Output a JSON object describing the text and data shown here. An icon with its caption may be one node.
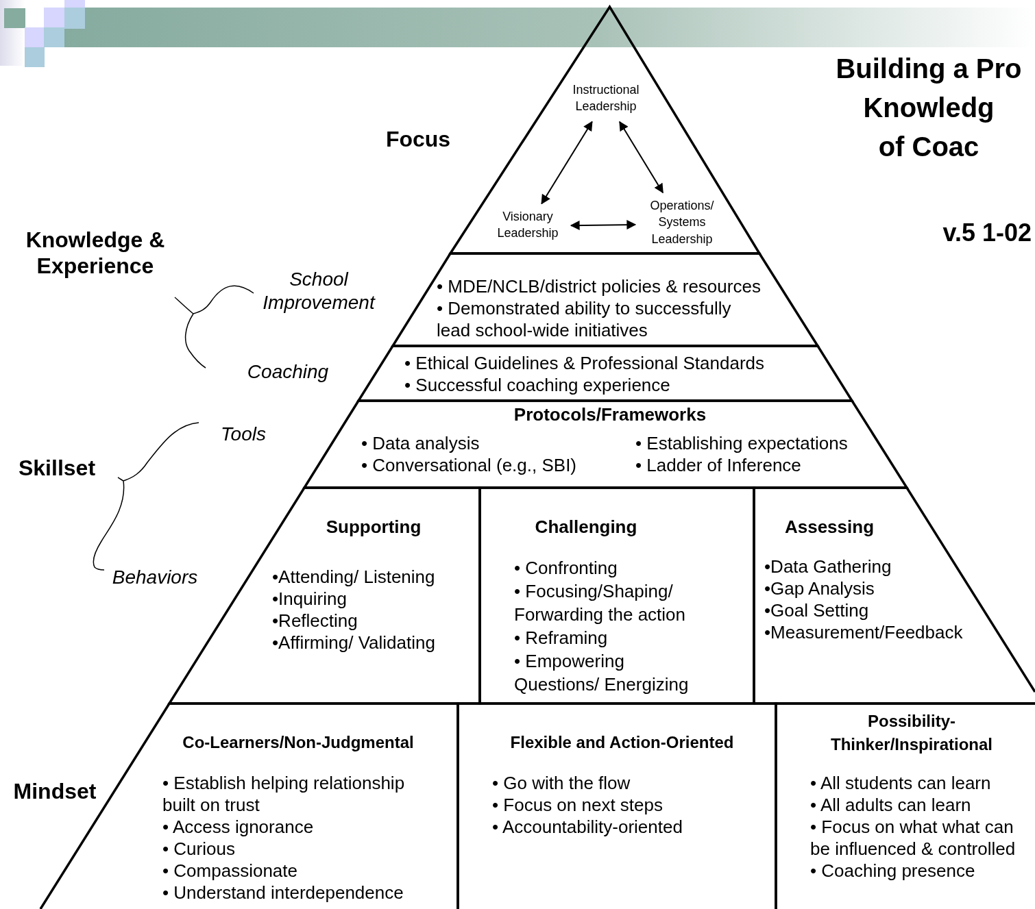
{
  "diagram": {
    "title": "Building a Pro Knowledg of Coac",
    "nodes": [
      {
        "text": [],
        "shape": "triangle"
      },
      {
        "text": [
          "Instructional Leadership"
        ],
        "in": 0
      },
      {
        "text": [
          "Visionary Leadership"
        ],
        "in": 0
      },
      {
        "text": [
          "Operations/ Systems Leadership"
        ],
        "in": 0
      },
      {
        "text": [
          "• MDE/NCLB/district policies & resources",
          "• Demonstrated ability to successfully lead school-wide initiatives"
        ]
      },
      {
        "text": [
          "• Ethical Guidelines & Professional Standards",
          "• Successful coaching experience"
        ]
      },
      {
        "text": [
          "Protocols/Frameworks",
          "• Data analysis",
          "• Conversational (e.g., SBI)",
          "• Establishing expectations",
          "• Ladder of Inference"
        ]
      },
      {
        "text": [
          "Supporting",
          "•Attending/ Listening",
          "•Inquiring",
          "•Reflecting",
          "•Affirming/ Validating"
        ]
      },
      {
        "text": [
          "Challenging",
          "• Confronting",
          "• Focusing/Shaping/ Forwarding the action",
          "• Reframing",
          "• Empowering Questions/ Energizing"
        ]
      },
      {
        "text": [
          "Assessing",
          "•Data Gathering",
          "•Gap Analysis",
          "•Goal Setting",
          "•Measurement/Feedback"
        ]
      },
      {
        "text": [
          "Co-Learners/Non-Judgmental",
          "• Establish helping relationship built on trust",
          "• Access ignorance",
          "• Curious",
          "• Compassionate",
          "• Understand interdependence"
        ]
      },
      {
        "text": [
          "Flexible and Action-Oriented",
          "• Go with the flow",
          "• Focus on next steps",
          "• Accountability-oriented"
        ]
      },
      {
        "text": [
          "Possibility-Thinker/Inspirational",
          "• All students can learn",
          "• All adults can learn",
          "• Focus on what what can be influenced & controlled",
          "• Coaching presence"
        ]
      }
    ],
    "edges": [
      {
        "from": 1,
        "to": 2,
        "arrow": "both"
      },
      {
        "from": 1,
        "to": 3,
        "arrow": "both"
      },
      {
        "from": 2,
        "to": 3,
        "arrow": "both"
      }
    ],
    "labels": [
      "Focus",
      "v.5 1-02",
      "Knowledge & Experience",
      "School Improvement",
      "Coaching",
      "Tools",
      "Skillset",
      "Behaviors",
      "Mindset"
    ]
  }
}
